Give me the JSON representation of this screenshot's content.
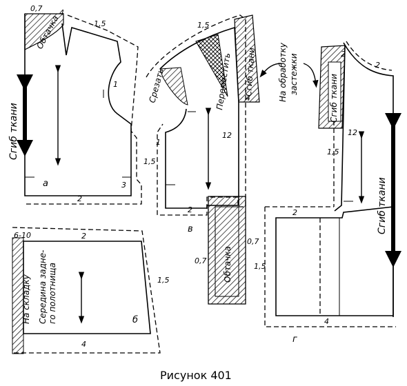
{
  "caption": "Рисунок 401",
  "pieces": {
    "a": {
      "letter": "а",
      "fold_label": "Сгиб ткани",
      "facing_label": "Обтачка",
      "allowances": [
        "0,7",
        "4",
        "1,5",
        "1",
        "1,5",
        "3",
        "2"
      ]
    },
    "b": {
      "letter": "б",
      "fold_label": "На складку",
      "center_label_1": "Середина задне-",
      "center_label_2": "го полотнища",
      "allowances": [
        "6-10",
        "2",
        "1,5",
        "4"
      ]
    },
    "v": {
      "letter": "в",
      "cut_label": "Срезать",
      "move_label": "Переместить",
      "fold_label": "Сгиб ткани",
      "facing_label": "Обтачка",
      "allowances": [
        "1,5",
        "1",
        "4",
        "12",
        "2",
        "0,7",
        "0,7"
      ]
    },
    "g": {
      "letter": "г",
      "fold_label_top": "Сгиб ткани",
      "fold_label_side": "Сгиб ткани",
      "allowances": [
        "2",
        "2",
        "1,5",
        "12",
        "2",
        "1,5",
        "4"
      ]
    }
  },
  "annotation": {
    "line1": "На обработку",
    "line2": "застежки"
  },
  "colors": {
    "ink": "#000000",
    "paper": "#ffffff"
  }
}
